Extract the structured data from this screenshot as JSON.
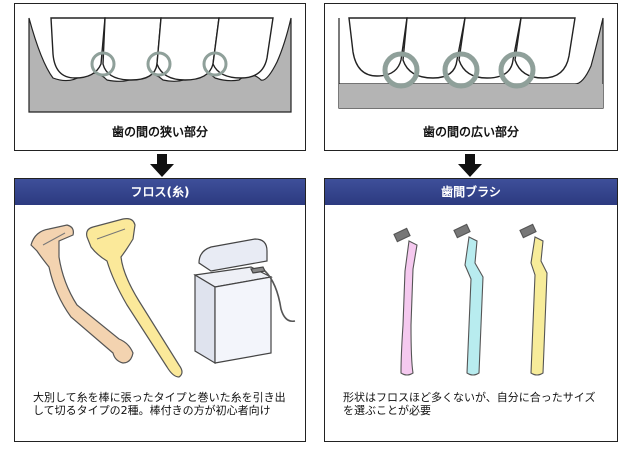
{
  "left": {
    "top_caption": "歯の間の狭い部分",
    "header": "フロス(糸)",
    "description": "大別して糸を棒に張ったタイプと巻いた糸を引き出して切るタイプの2種。棒付きの方が初心者向け"
  },
  "right": {
    "top_caption": "歯の間の広い部分",
    "header": "歯間ブラシ",
    "description": "形状はフロスほど多くないが、自分に合ったサイズを選ぶことが必要"
  },
  "colors": {
    "header_bg": "#2f3d86",
    "gum": "#b4b4b4",
    "ring": "#8fa09a",
    "floss_pick_orange": "#f3d3b0",
    "floss_pick_yellow": "#fbe99a",
    "brush_pink": "#f5c9ef",
    "brush_cyan": "#b8ecef",
    "brush_yellow": "#f7ec9a"
  }
}
